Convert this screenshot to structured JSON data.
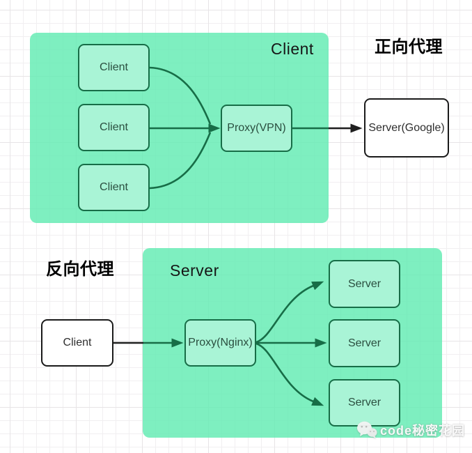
{
  "colors": {
    "container_green": "#61ebb2",
    "node_green_fill": "#a9f4d6",
    "dark_green_stroke": "#176d47",
    "black_stroke": "#1f1f1f",
    "white_node_fill": "#ffffff"
  },
  "forward": {
    "title": "正向代理",
    "container_label": "Client",
    "clients": [
      "Client",
      "Client",
      "Client"
    ],
    "proxy_label": "Proxy(VPN)",
    "server_label": "Server(Google)"
  },
  "reverse": {
    "title": "反向代理",
    "container_label": "Server",
    "client_label": "Client",
    "proxy_label": "Proxy(Nginx)",
    "servers": [
      "Server",
      "Server",
      "Server"
    ]
  },
  "watermark": {
    "text": "code秘密花园",
    "icon": "wechat-icon"
  }
}
